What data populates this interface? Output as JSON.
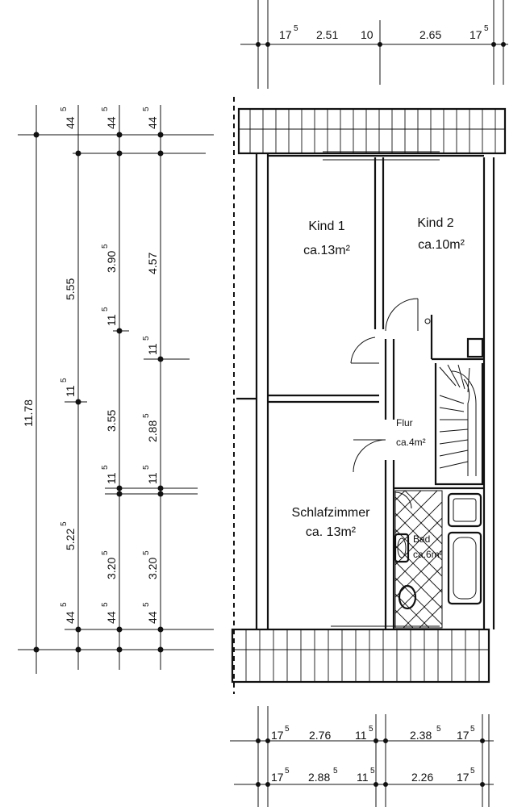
{
  "rooms": {
    "kind1": {
      "name": "Kind 1",
      "area": "ca.13m²"
    },
    "kind2": {
      "name": "Kind 2",
      "area": "ca.10m²"
    },
    "flur": {
      "name": "Flur",
      "area": "ca.4m²"
    },
    "schlafzimmer": {
      "name": "Schlafzimmer",
      "area": "ca. 13m²"
    },
    "bad": {
      "name": "Bad",
      "area": "ca.6m²"
    }
  },
  "dimensions": {
    "top": [
      "17",
      "5",
      "2.51",
      "10",
      "2.65",
      "17",
      "5"
    ],
    "left_total": "11.78",
    "left_col1": [
      "44",
      "5",
      "5.55",
      "11",
      "5",
      "5.22",
      "5",
      "44",
      "5"
    ],
    "left_col2": [
      "44",
      "5",
      "3.90",
      "5",
      "11",
      "5",
      "3.55",
      "11",
      "5",
      "3.20",
      "5",
      "44",
      "5"
    ],
    "left_col3": [
      "44",
      "5",
      "4.57",
      "11",
      "5",
      "2.88",
      "5",
      "11",
      "5",
      "3.20",
      "5",
      "44",
      "5"
    ],
    "bottom_row1": [
      "17",
      "5",
      "2.76",
      "11",
      "5",
      "2.38",
      "5",
      "17",
      "5"
    ],
    "bottom_row2": [
      "17",
      "5",
      "2.88",
      "5",
      "11",
      "5",
      "2.26",
      "17",
      "5"
    ]
  }
}
